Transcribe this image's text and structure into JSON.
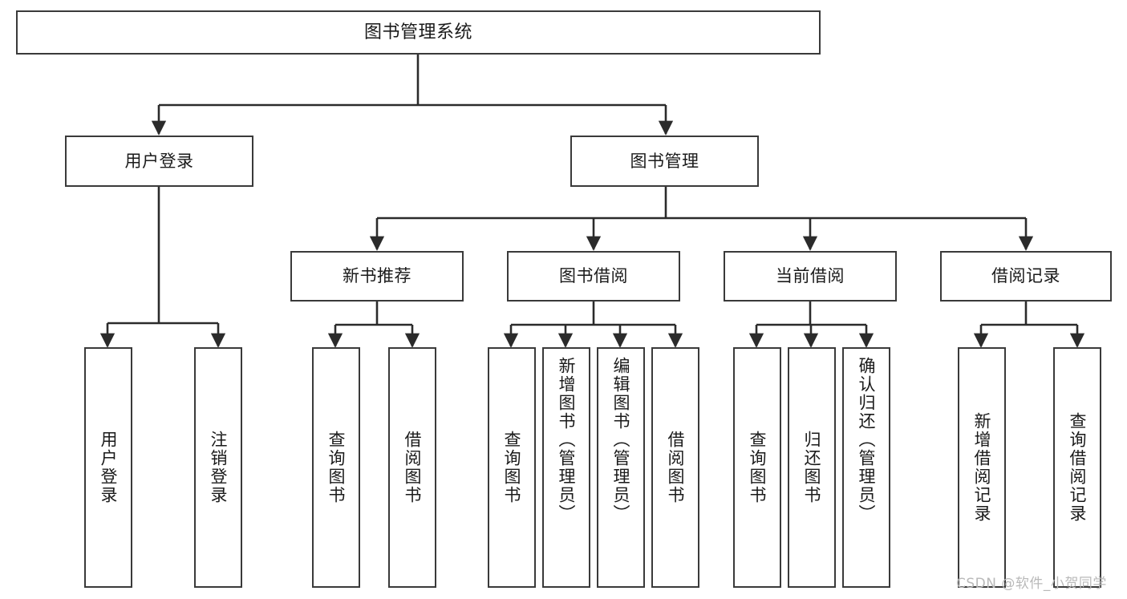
{
  "diagram": {
    "title": "图书管理系统",
    "type": "hierarchy-tree",
    "watermark": "CSDN @软件_小贺同学",
    "colors": {
      "background": "#ffffff",
      "box_border": "#3a3a3a",
      "box_fill": "#ffffff",
      "edge": "#2b2b2b",
      "text": "#1a1a1a",
      "watermark": "#b9b9b9"
    },
    "levels": {
      "root": "图书管理系统",
      "level2": [
        "用户登录",
        "图书管理"
      ],
      "level3": [
        "新书推荐",
        "图书借阅",
        "当前借阅",
        "借阅记录"
      ],
      "level4": [
        "用户登录",
        "注销登录",
        "查询图书",
        "借阅图书",
        "查询图书",
        "新增图书（管理员）",
        "编辑图书（管理员）",
        "借阅图书",
        "查询图书",
        "归还图书",
        "确认归还（管理员）",
        "新增借阅记录",
        "查询借阅记录"
      ]
    },
    "nodes": {
      "root": {
        "label": "图书管理系统"
      },
      "user_login": {
        "label": "用户登录"
      },
      "book_manage": {
        "label": "图书管理"
      },
      "new_book_rec": {
        "label": "新书推荐"
      },
      "book_borrow": {
        "label": "图书借阅"
      },
      "current_borrow": {
        "label": "当前借阅"
      },
      "borrow_record": {
        "label": "借阅记录"
      },
      "leaf_user_login": {
        "label": "用户登录"
      },
      "leaf_logout": {
        "label": "注销登录"
      },
      "leaf_query_book_a": {
        "label": "查询图书"
      },
      "leaf_borrow_book_a": {
        "label": "借阅图书"
      },
      "leaf_query_book_b": {
        "label": "查询图书"
      },
      "leaf_add_book": {
        "label": "新增图书（管理员）"
      },
      "leaf_edit_book": {
        "label": "编辑图书（管理员）"
      },
      "leaf_borrow_book_b": {
        "label": "借阅图书"
      },
      "leaf_query_book_c": {
        "label": "查询图书"
      },
      "leaf_return_book": {
        "label": "归还图书"
      },
      "leaf_confirm_return": {
        "label": "确认归还（管理员）"
      },
      "leaf_add_record": {
        "label": "新增借阅记录"
      },
      "leaf_query_record": {
        "label": "查询借阅记录"
      }
    },
    "edges": [
      {
        "from": "root",
        "to": "user_login"
      },
      {
        "from": "root",
        "to": "book_manage"
      },
      {
        "from": "user_login",
        "to": "leaf_user_login"
      },
      {
        "from": "user_login",
        "to": "leaf_logout"
      },
      {
        "from": "book_manage",
        "to": "new_book_rec"
      },
      {
        "from": "book_manage",
        "to": "book_borrow"
      },
      {
        "from": "book_manage",
        "to": "current_borrow"
      },
      {
        "from": "book_manage",
        "to": "borrow_record"
      },
      {
        "from": "new_book_rec",
        "to": "leaf_query_book_a"
      },
      {
        "from": "new_book_rec",
        "to": "leaf_borrow_book_a"
      },
      {
        "from": "book_borrow",
        "to": "leaf_query_book_b"
      },
      {
        "from": "book_borrow",
        "to": "leaf_add_book"
      },
      {
        "from": "book_borrow",
        "to": "leaf_edit_book"
      },
      {
        "from": "book_borrow",
        "to": "leaf_borrow_book_b"
      },
      {
        "from": "current_borrow",
        "to": "leaf_query_book_c"
      },
      {
        "from": "current_borrow",
        "to": "leaf_return_book"
      },
      {
        "from": "current_borrow",
        "to": "leaf_confirm_return"
      },
      {
        "from": "borrow_record",
        "to": "leaf_add_record"
      },
      {
        "from": "borrow_record",
        "to": "leaf_query_record"
      }
    ]
  }
}
